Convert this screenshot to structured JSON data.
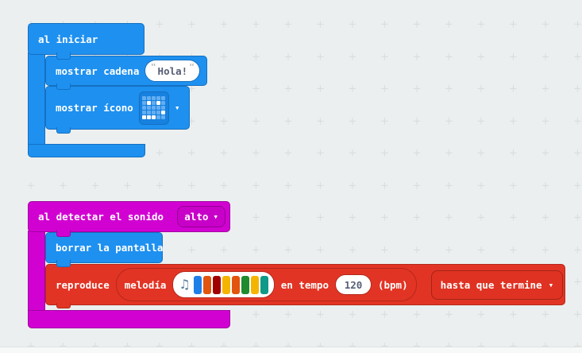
{
  "workspace": {
    "grid_plus_glyph": "+"
  },
  "colors": {
    "bg": "#ecefef",
    "grid_plus": "#d9dddd",
    "blue": "#1e90f0",
    "blue_border": "#1570c0",
    "blue_field": "#1781e0",
    "led_dim": "#63aef2",
    "magenta": "#d102d1",
    "magenta_border": "#a101a1",
    "magenta_field": "#c801c8",
    "magenta_field_border": "#930093",
    "red": "#e23424",
    "red_border": "#b3291c",
    "red_field": "#df3222",
    "red_field_border": "#a32517",
    "field_text": "#575e75",
    "quote": "#b5b5b5",
    "note_icon": "#5c7a9b"
  },
  "on_start": {
    "label": "al iniciar",
    "show_string": {
      "label": "mostrar cadena",
      "quote_mark": "\"",
      "value": "Hola!"
    },
    "show_icon": {
      "label": "mostrar ícono",
      "icon_grid": [
        [
          0,
          0,
          0,
          0,
          0
        ],
        [
          0,
          1,
          0,
          1,
          0
        ],
        [
          0,
          0,
          0,
          0,
          0
        ],
        [
          0,
          0,
          0,
          0,
          1
        ],
        [
          1,
          1,
          1,
          0,
          0
        ]
      ],
      "dropdown_arrow": "▾"
    }
  },
  "on_sound": {
    "label": "al detectar el sonido",
    "sound_option": "alto",
    "dropdown_arrow": "▾",
    "clear_screen": {
      "label": "borrar la pantalla"
    },
    "play_melody": {
      "label_play": "reproduce",
      "label_melody": "melodía",
      "note_icon": "♫",
      "melody_colors": [
        "#1e7fe8",
        "#e2550e",
        "#a00000",
        "#f5b400",
        "#e2550e",
        "#208a2e",
        "#f5b400",
        "#0f9988"
      ],
      "label_tempo": "en tempo",
      "tempo_value": "120",
      "label_bpm": "(bpm)",
      "repeat_option": "hasta que termine",
      "dropdown_arrow": "▾"
    }
  }
}
